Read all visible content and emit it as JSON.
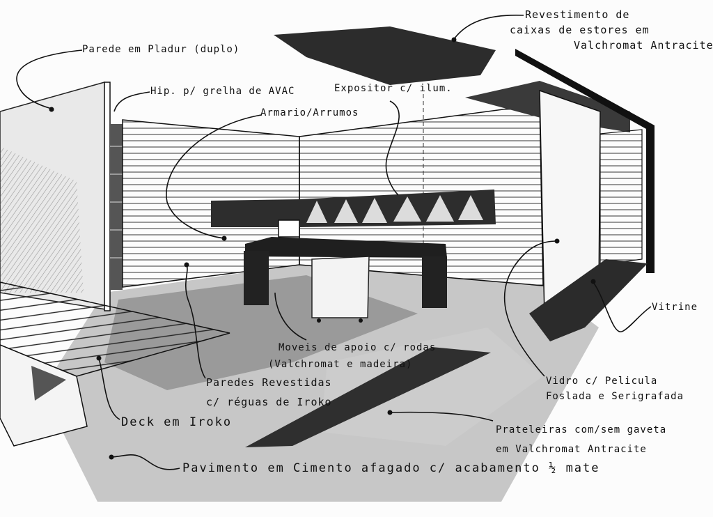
{
  "annotations": {
    "parede_pladur": "Parede em Pladur (duplo)",
    "hip_grelha": "Hip. p/ grelha de AVAC",
    "armario": "Armario/Arrumos",
    "expositor": "Expositor c/ ilum.",
    "revestimento_line1": "Revestimento de",
    "revestimento_line2": "caixas de estores em",
    "revestimento_line3": "Valchromat Antracite",
    "vitrine": "Vitrine",
    "moveis_line1": "Moveis de apoio c/ rodas",
    "moveis_line2": "(Valchromat e madeira)",
    "paredes_line1": "Paredes Revestidas",
    "paredes_line2": "c/ réguas de Iroko",
    "vidro_line1": "Vidro c/ Pelicula",
    "vidro_line2": "Foslada e Serigrafada",
    "deck": "Deck em Iroko",
    "prateleiras_line1": "Prateleiras com/sem gaveta",
    "prateleiras_line2": "em Valchromat Antracite",
    "pavimento": "Pavimento em Cimento afagado c/ acabamento ½ mate"
  },
  "colors": {
    "paper": "#fcfcfc",
    "graphite_dark": "#2a2a2a",
    "graphite_mid": "#8a8a8a",
    "graphite_light": "#c8c8c8"
  }
}
